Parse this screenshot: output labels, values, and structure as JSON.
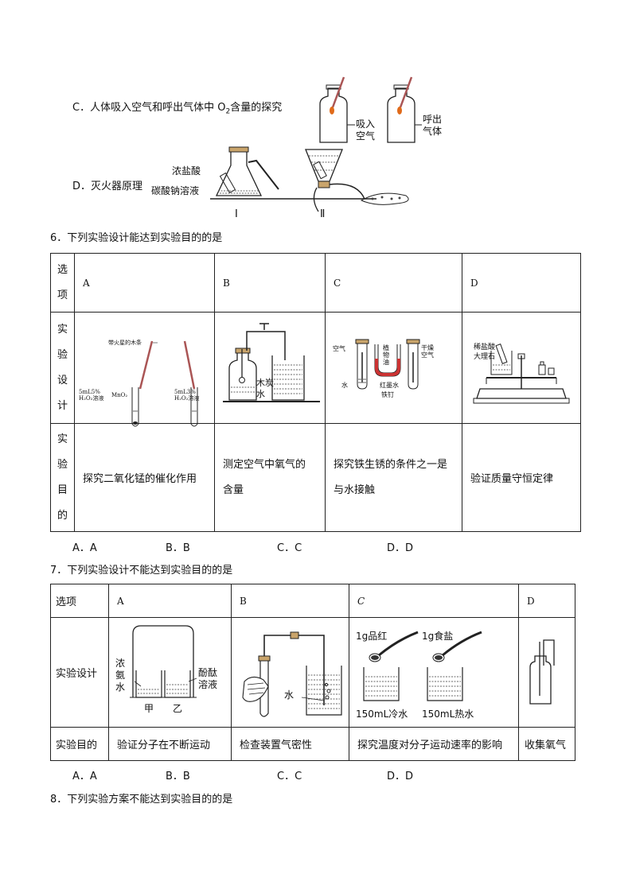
{
  "q5": {
    "c_label": "C．人体吸入空气和呼出气体中 O",
    "c_sub": "2",
    "c_rest": "含量的探究",
    "inhale_1": "吸入",
    "inhale_2": "空气",
    "exhale_1": "呼出",
    "exhale_2": "气体",
    "d_label": "D．灭火器原理",
    "hcl": "浓盐酸",
    "na2co3": "碳酸钠溶液",
    "fig_1": "Ⅰ",
    "fig_2": "Ⅱ"
  },
  "q6": {
    "stem": "6．下列实验设计能达到实验目的的是",
    "row_option": [
      "选",
      "项"
    ],
    "row_design": [
      "实",
      "验",
      "设",
      "计"
    ],
    "row_purpose": [
      "实",
      "验",
      "目",
      "的"
    ],
    "headers": [
      "A",
      "B",
      "C",
      "D"
    ],
    "purposes": [
      "探究二氧化锰的催化作用",
      "测定空气中氧气的",
      "含量",
      "探究铁生锈的条件之一是",
      "与水接触",
      "验证质量守恒定律"
    ],
    "fig_a": {
      "top": "带火星的木条",
      "left1": "5mL5%",
      "left2": "H₂O₂溶液",
      "mno2": "MnO₂",
      "right1": "5mL3%",
      "right2": "H₂O₂溶液"
    },
    "fig_b": {
      "charcoal": "木炭",
      "water": "水"
    },
    "fig_c": {
      "air": "空气",
      "oil1": "植",
      "oil2": "物",
      "oil3": "油",
      "dry1": "干燥",
      "dry2": "空气",
      "red_water": "红墨水",
      "water": "水",
      "nail": "铁钉"
    },
    "fig_d": {
      "hcl": "稀盐酸",
      "marble": "大理石"
    },
    "answers": [
      "A．A",
      "B．B",
      "C．C",
      "D．D"
    ]
  },
  "q7": {
    "stem": "7．下列实验设计不能达到实验目的的是",
    "head_option": "选项",
    "headers": [
      "A",
      "B",
      "C",
      "D"
    ],
    "row_design": "实验设计",
    "row_purpose": "实验目的",
    "purposes": [
      "验证分子在不断运动",
      "检查装置气密性",
      "探究温度对分子运动速率的影响",
      "收集氧气"
    ],
    "fig_a": {
      "ammonia1": "浓",
      "ammonia2": "氨",
      "ammonia3": "水",
      "phenol1": "酚酞",
      "phenol2": "溶液",
      "jia": "甲",
      "yi": "乙"
    },
    "fig_b": {
      "water": "水"
    },
    "fig_c": {
      "dye": "1g品红",
      "salt": "1g食盐",
      "cold": "150mL冷水",
      "hot": "150mL热水"
    },
    "answers": [
      "A．A",
      "B．B",
      "C．C",
      "D．D"
    ]
  },
  "q8": {
    "stem": "8．下列实验方案不能达到实验目的的是"
  }
}
